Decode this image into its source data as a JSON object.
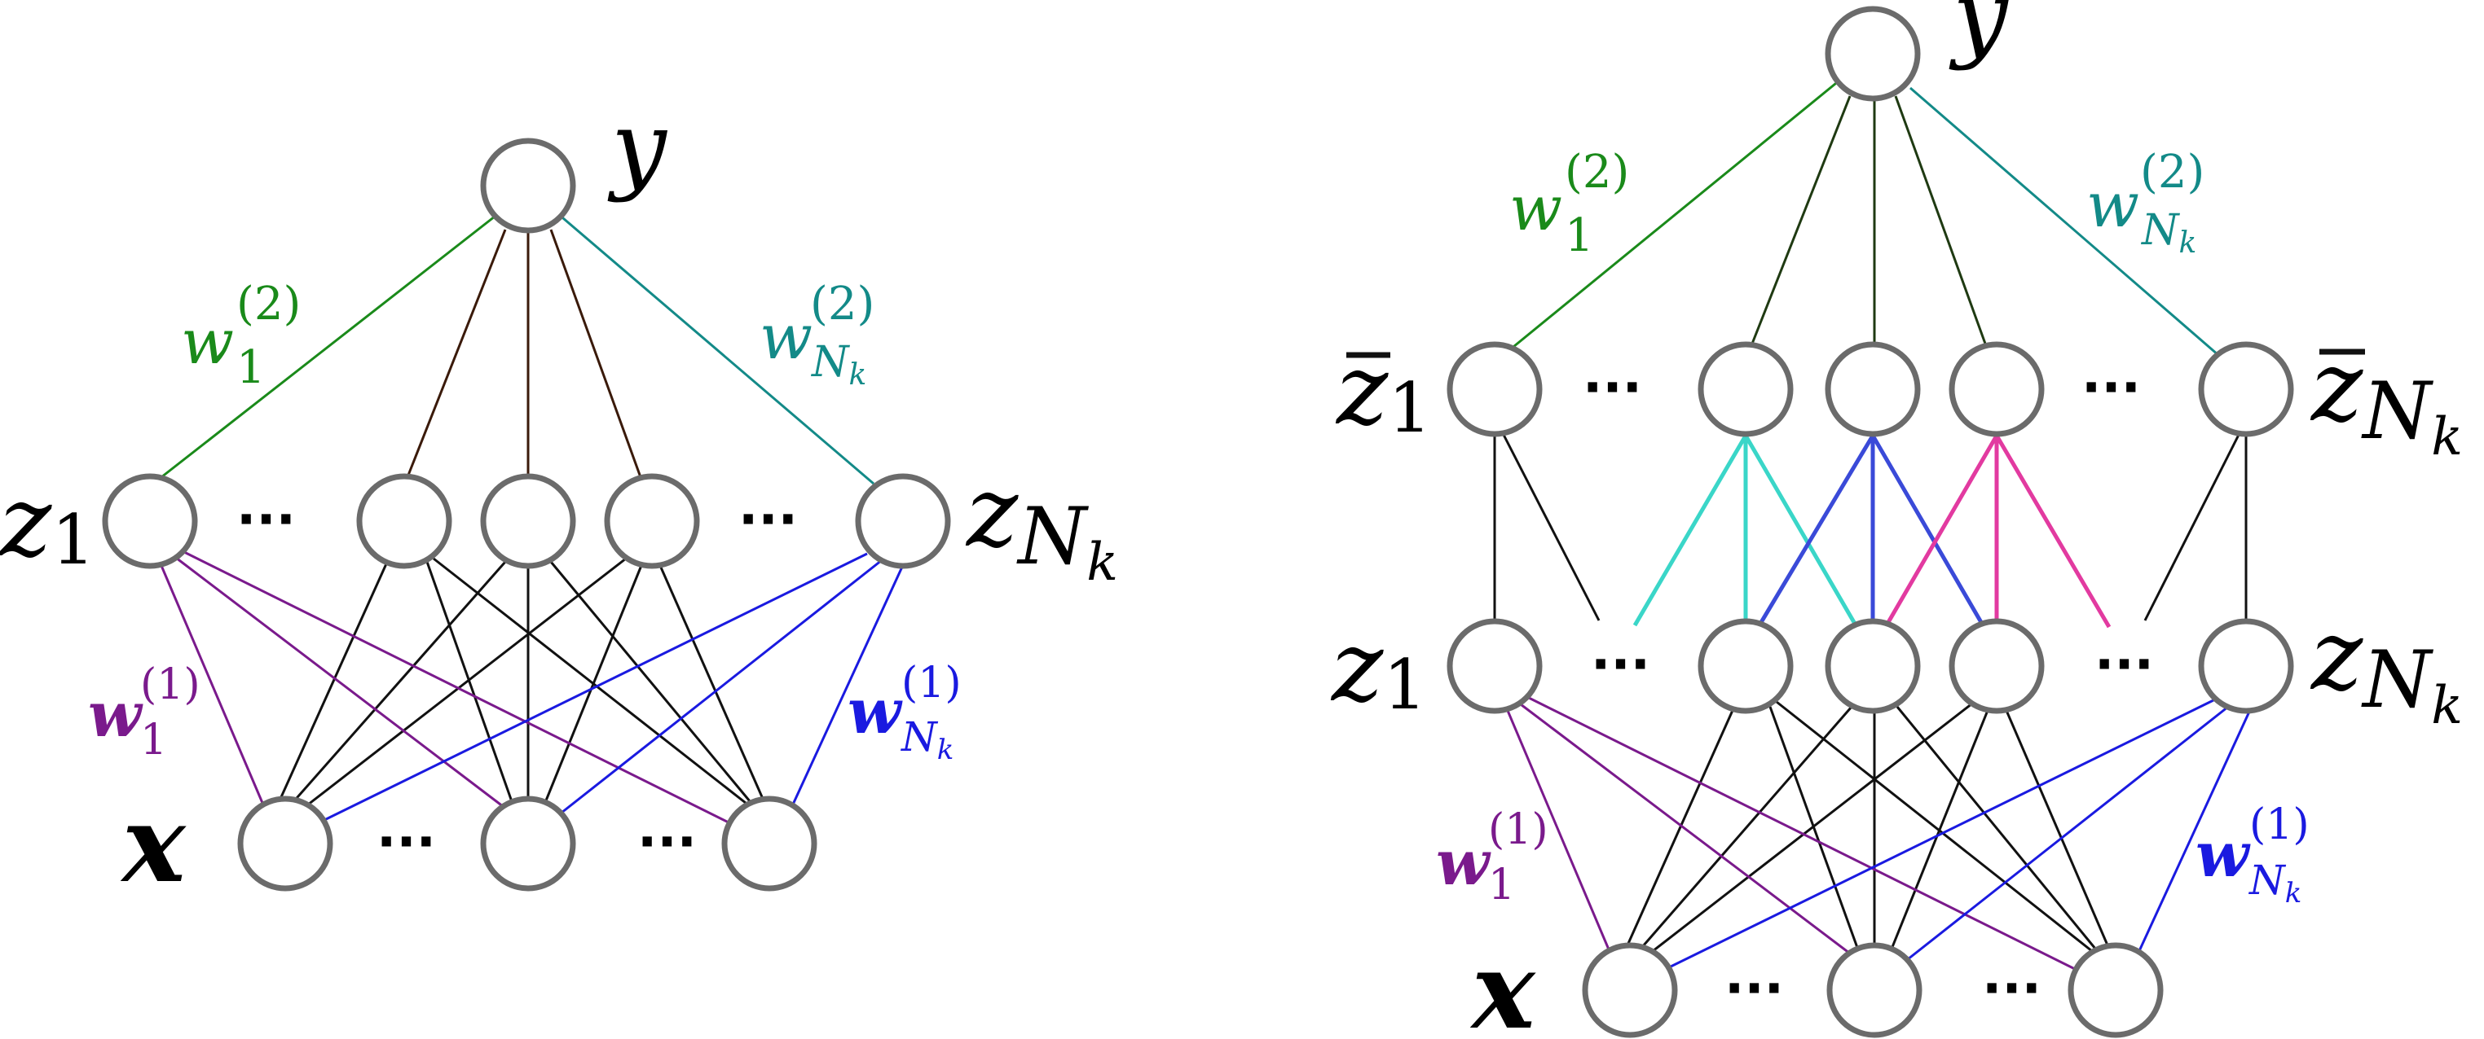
{
  "colors": {
    "node_stroke": "#6b6b6b",
    "edge_black": "#111111",
    "edge_dark_brown": "#3a1a0a",
    "edge_dark_green": "#1f3a12",
    "w2_first": "#1a8a1a",
    "w2_last": "#138a88",
    "w1_first": "#7a1a8c",
    "w1_last": "#1a1ae0",
    "cyan": "#3ad6c8",
    "blue": "#3a4ad8",
    "magenta": "#e23aa0"
  },
  "dots": "···",
  "left": {
    "y": "y",
    "z1_base": "z",
    "z1_sub": "1",
    "zN_base": "z",
    "zN_sub": "N",
    "zN_subsub": "k",
    "x": "x",
    "w2_first": {
      "base": "w",
      "sup": "(2)",
      "sub": "1"
    },
    "w2_last": {
      "base": "w",
      "sup": "(2)",
      "sub": "N",
      "subsub": "k"
    },
    "w1_first": {
      "base": "w",
      "sup": "(1)",
      "sub": "1"
    },
    "w1_last": {
      "base": "w",
      "sup": "(1)",
      "sub": "N",
      "subsub": "k"
    }
  },
  "right": {
    "y": "y",
    "zbar1_base": "z",
    "zbar1_sub": "1",
    "zbarN_base": "z",
    "zbarN_sub": "N",
    "zbarN_subsub": "k",
    "z1_base": "z",
    "z1_sub": "1",
    "zN_base": "z",
    "zN_sub": "N",
    "zN_subsub": "k",
    "x": "x",
    "w2_first": {
      "base": "w",
      "sup": "(2)",
      "sub": "1"
    },
    "w2_last": {
      "base": "w",
      "sup": "(2)",
      "sub": "N",
      "subsub": "k"
    },
    "w1_first": {
      "base": "w",
      "sup": "(1)",
      "sub": "1"
    },
    "w1_last": {
      "base": "w",
      "sup": "(1)",
      "sub": "N",
      "subsub": "k"
    }
  }
}
